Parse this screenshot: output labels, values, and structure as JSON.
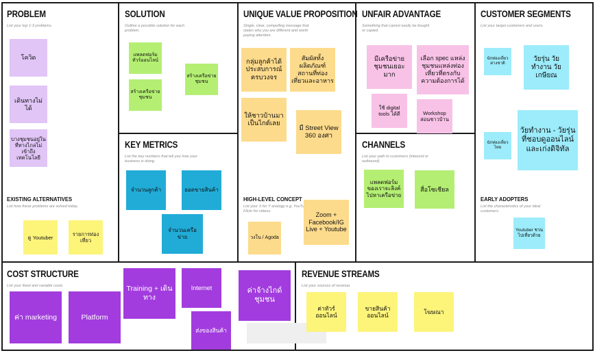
{
  "sections": {
    "problem": {
      "title": "PROBLEM",
      "desc": "List your top 1-3 problems."
    },
    "existing_alternatives": {
      "title": "EXISTING ALTERNATIVES",
      "desc": "List how these problems are solved today."
    },
    "solution": {
      "title": "SOLUTION",
      "desc": "Outline a possible solution for each problem."
    },
    "key_metrics": {
      "title": "KEY METRICS",
      "desc": "List the key numbers that tell you how your business is doing."
    },
    "uvp": {
      "title": "UNIQUE VALUE PROPOSITION",
      "desc": "Single, clear, compelling message that states why you are different and worth paying attention."
    },
    "high_level_concept": {
      "title": "HIGH-LEVEL CONCEPT",
      "desc": "List your X for Y analogy e.g. YouTube = Flickr for videos."
    },
    "unfair_advantage": {
      "title": "UNFAIR ADVANTAGE",
      "desc": "Something that cannot easily be bought or copied."
    },
    "channels": {
      "title": "CHANNELS",
      "desc": "List your path to customers (inbound or outbound)."
    },
    "customer_segments": {
      "title": "CUSTOMER SEGMENTS",
      "desc": "List your target customers and users."
    },
    "early_adopters": {
      "title": "EARLY ADOPTERS",
      "desc": "List the characteristics of your ideal customers."
    },
    "cost_structure": {
      "title": "COST STRUCTURE",
      "desc": "List your fixed and variable costs."
    },
    "revenue_streams": {
      "title": "REVENUE STREAMS",
      "desc": "List your sources of revenue."
    }
  },
  "notes": {
    "problem_1": "โควิด",
    "problem_2": "เดินทางไม่ได้",
    "problem_3": "บางชุมชนอยู่ในที่ทางไกลไม่เข้าถึงเทคโนโลยี",
    "alt_1": "ดู Youtuber",
    "alt_2": "รายการท่องเที่ยว",
    "solution_1": "แพลตฟอร์มทัวร์ออนไลน์",
    "solution_2": "สร้างเครือข่ายชุมชน",
    "solution_3": "สร้างเครือข่ายชุมชน",
    "metrics_1": "จำนวนลูกค้า",
    "metrics_2": "ยอดขายสินค้า",
    "metrics_3": "จำนวนเครือข่าย",
    "uvp_1": "กลุ่มลูกค้าได้ประสบการณ์ครบวงจร",
    "uvp_2": "สัมผัสทั้งผลิตภัณฑ์ สถานที่ท่องเที่ยวและอาหาร",
    "uvp_3": "ให้ชาวบ้านมาเป็นไกด์เลย",
    "uvp_4": "มี Street View 360 องศา",
    "hlc_1": "วงใน / Agoda",
    "hlc_2": "Zoom + Facebook/IG Live + Youtube",
    "unfair_1": "มีเครือข่ายชุมชนเยอะมาก",
    "unfair_2": "เลือก spec แหล่งชุมชนแหล่งท่องเที่ยวที่ตรงกับความต้องการได้",
    "unfair_3": "ใช้ digital tools ได้ดี",
    "unfair_4": "Workshop สอนชาวบ้าน",
    "channels_1": "แพลตฟอร์มของเราจะลิงค์ไปหาเครือข่าย",
    "channels_2": "สื่อโซเชียล",
    "segments_1": "นักท่องเที่ยวต่างชาติ",
    "segments_2": "วัยรุ่น วัยทำงาน วัยเกษียณ",
    "segments_3": "นักท่องเที่ยวไทย",
    "segments_4": "วัยทำงาน - วัยรุ่น ที่ชอบดูออนไลน์และเก่งดิจิทัล",
    "adopters_1": "Youtuber ชวนไปเที่ยวด้วย",
    "cost_1": "ค่า marketing",
    "cost_2": "Platform",
    "cost_3": "Training + เดินทาง",
    "cost_4": "Internet",
    "cost_5": "ส่งของสินค้า",
    "cost_6": "ค่าจ้างไกด์ชุมชน",
    "revenue_1": "ค่าทัวร์ออนไลน์",
    "revenue_2": "ขายสินค้าออนไลน์",
    "revenue_3": "โฆษณา"
  },
  "colors": {
    "yellow": "#fdf47a",
    "orange": "#fddb8c",
    "green": "#b4ef73",
    "lilac": "#e0c5f6",
    "pink": "#f8c2e7",
    "cyan": "#9cecfb",
    "blue": "#21acd8",
    "purple": "#a23cde",
    "border": "#1a1a1a"
  }
}
